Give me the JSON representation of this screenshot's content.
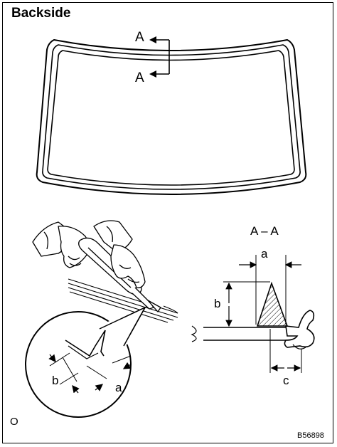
{
  "header": {
    "title": "Backside"
  },
  "windshield": {
    "section_label_top": "A",
    "section_label_bottom": "A"
  },
  "section_view": {
    "title": "A – A",
    "dimension_a": "a",
    "dimension_b": "b",
    "dimension_c": "c"
  },
  "detail_circle": {
    "dimension_a": "a",
    "dimension_b": "b"
  },
  "footer": {
    "corner_mark": "O",
    "figure_code": "B56898"
  }
}
